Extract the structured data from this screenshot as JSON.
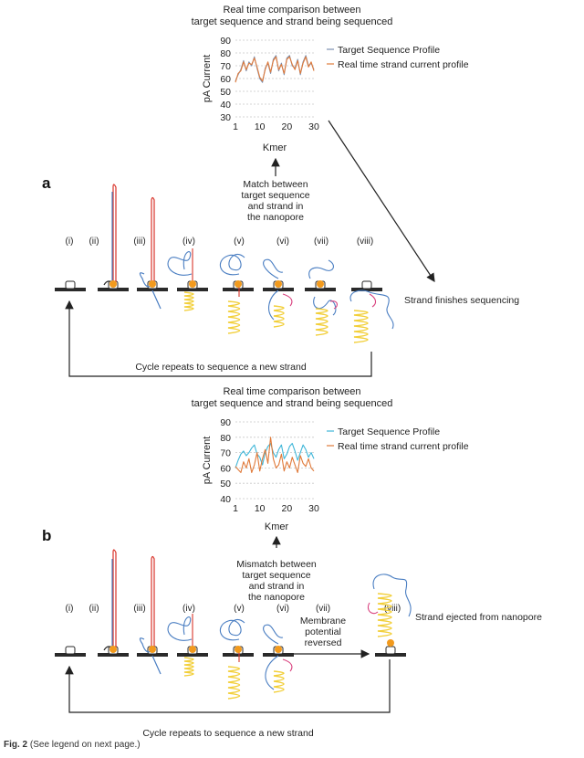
{
  "colors": {
    "target": "#7a8fb0",
    "target_b": "#3fb6d8",
    "realtime": "#e07a3a",
    "gold": "#c9a04a",
    "dna_blue": "#4a7ec2",
    "dna_red": "#d9342b",
    "dna_pink": "#d9427f",
    "coil_yellow": "#f2cf3a",
    "motor_orange": "#f29a1d"
  },
  "stage_labels": [
    "(i)",
    "(ii)",
    "(iii)",
    "(iv)",
    "(v)",
    "(vi)",
    "(vii)",
    "(viii)"
  ],
  "panel_a": {
    "letter": "a",
    "chart_title_1": "Real time comparison between",
    "chart_title_2": "target sequence and strand being sequenced",
    "match_1": "Match between",
    "match_2": "target sequence",
    "match_3": "and strand in",
    "match_4": "the nanopore",
    "finish_label": "Strand finishes sequencing",
    "cycle_label": "Cycle repeats to sequence a new strand"
  },
  "panel_b": {
    "letter": "b",
    "chart_title_1": "Real time comparison between",
    "chart_title_2": "target sequence and strand being sequenced",
    "mismatch_1": "Mismatch between",
    "mismatch_2": "target sequence",
    "mismatch_3": "and strand in",
    "mismatch_4": "the nanopore",
    "membrane_1": "Membrane",
    "membrane_2": "potential",
    "membrane_3": "reversed",
    "ejected_label": "Strand ejected from nanopore",
    "cycle_label": "Cycle repeats to sequence a new strand"
  },
  "caption": {
    "fig": "Fig. 2",
    "text": "(See legend on next page.)"
  },
  "chart_data": [
    {
      "type": "line",
      "title": "Real time comparison between target sequence and strand being sequenced",
      "xlabel": "Kmer",
      "ylabel": "pA Current",
      "xlim": [
        1,
        30
      ],
      "ylim": [
        30,
        90
      ],
      "xticks": [
        1,
        10,
        20,
        30
      ],
      "yticks": [
        30,
        40,
        50,
        60,
        70,
        80,
        90
      ],
      "grid": "horizontal dotted",
      "legend_position": "right",
      "x": [
        1,
        2,
        3,
        4,
        5,
        6,
        7,
        8,
        9,
        10,
        11,
        12,
        13,
        14,
        15,
        16,
        17,
        18,
        19,
        20,
        21,
        22,
        23,
        24,
        25,
        26,
        27,
        28,
        29,
        30
      ],
      "series": [
        {
          "name": "Target Sequence Profile",
          "values": [
            58,
            63,
            67,
            74,
            66,
            73,
            70,
            77,
            68,
            60,
            57,
            68,
            72,
            64,
            75,
            78,
            66,
            72,
            63,
            76,
            78,
            70,
            68,
            75,
            63,
            73,
            78,
            70,
            72,
            67
          ]
        },
        {
          "name": "Real time strand current profile",
          "values": [
            57,
            64,
            66,
            73,
            67,
            72,
            71,
            76,
            69,
            61,
            58,
            67,
            73,
            65,
            74,
            77,
            67,
            71,
            64,
            75,
            77,
            71,
            67,
            74,
            64,
            72,
            77,
            69,
            73,
            66
          ]
        }
      ]
    },
    {
      "type": "line",
      "title": "Real time comparison between target sequence and strand being sequenced",
      "xlabel": "Kmer",
      "ylabel": "pA Current",
      "xlim": [
        1,
        30
      ],
      "ylim": [
        40,
        90
      ],
      "xticks": [
        1,
        10,
        20,
        30
      ],
      "yticks": [
        40,
        50,
        60,
        70,
        80,
        90
      ],
      "grid": "horizontal dotted",
      "legend_position": "right",
      "x": [
        1,
        2,
        3,
        4,
        5,
        6,
        7,
        8,
        9,
        10,
        11,
        12,
        13,
        14,
        15,
        16,
        17,
        18,
        19,
        20,
        21,
        22,
        23,
        24,
        25,
        26,
        27,
        28,
        29,
        30
      ],
      "series": [
        {
          "name": "Target Sequence Profile",
          "values": [
            60,
            65,
            69,
            71,
            68,
            70,
            73,
            75,
            69,
            67,
            62,
            70,
            74,
            76,
            70,
            67,
            72,
            75,
            66,
            69,
            74,
            76,
            71,
            65,
            70,
            75,
            72,
            67,
            70,
            66
          ]
        },
        {
          "name": "Real time strand current profile",
          "values": [
            61,
            59,
            57,
            64,
            60,
            66,
            57,
            62,
            70,
            58,
            66,
            72,
            63,
            80,
            66,
            60,
            62,
            69,
            58,
            64,
            60,
            67,
            62,
            57,
            68,
            63,
            61,
            66,
            60,
            58
          ]
        }
      ]
    }
  ]
}
